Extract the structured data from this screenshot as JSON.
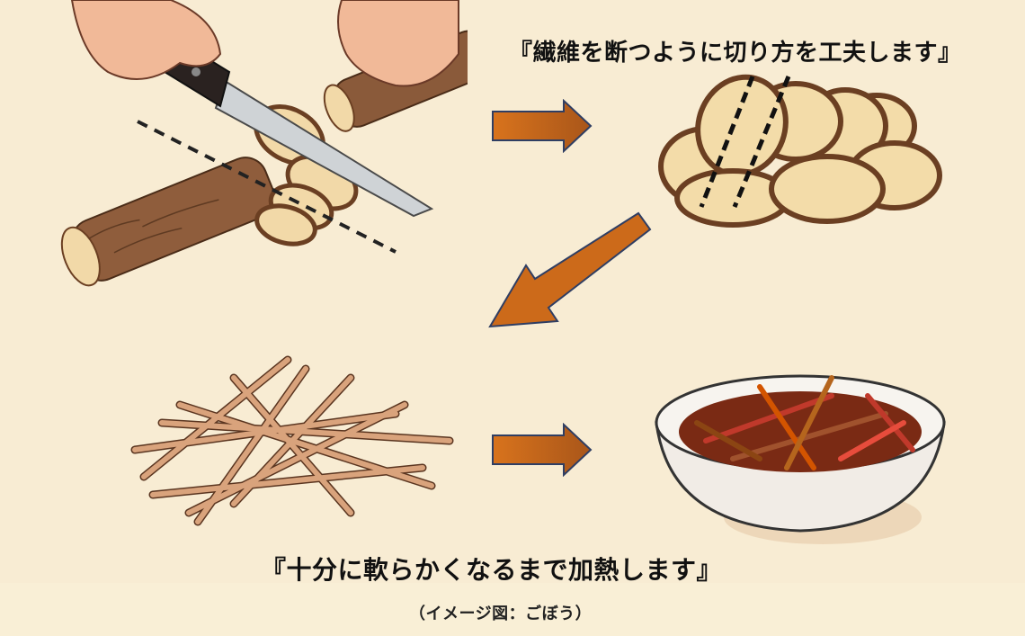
{
  "captions": {
    "top": "『繊維を断つように切り方を工夫します』",
    "bottom": "『十分に軟らかくなるまで加熱します』",
    "note": "（イメージ図：ごぼう）"
  },
  "steps": [
    {
      "id": "cut",
      "description": "hands cutting burdock root with knife across the grain"
    },
    {
      "id": "slices",
      "description": "pile of round burdock slices with dashed cut lines"
    },
    {
      "id": "julienne",
      "description": "pile of thin burdock strips"
    },
    {
      "id": "cooked",
      "description": "bowl of cooked kinpira burdock"
    }
  ],
  "arrows": [
    {
      "id": "arrow-1",
      "direction": "right"
    },
    {
      "id": "arrow-2",
      "direction": "down-left"
    },
    {
      "id": "arrow-3",
      "direction": "right"
    }
  ],
  "colors": {
    "background": "#f8ecd3",
    "arrow_fill": "#c9661a",
    "arrow_stroke": "#2f3e63",
    "root_bark": "#8a5a3a",
    "slice_flesh": "#f2d9a8",
    "text": "#111111"
  }
}
